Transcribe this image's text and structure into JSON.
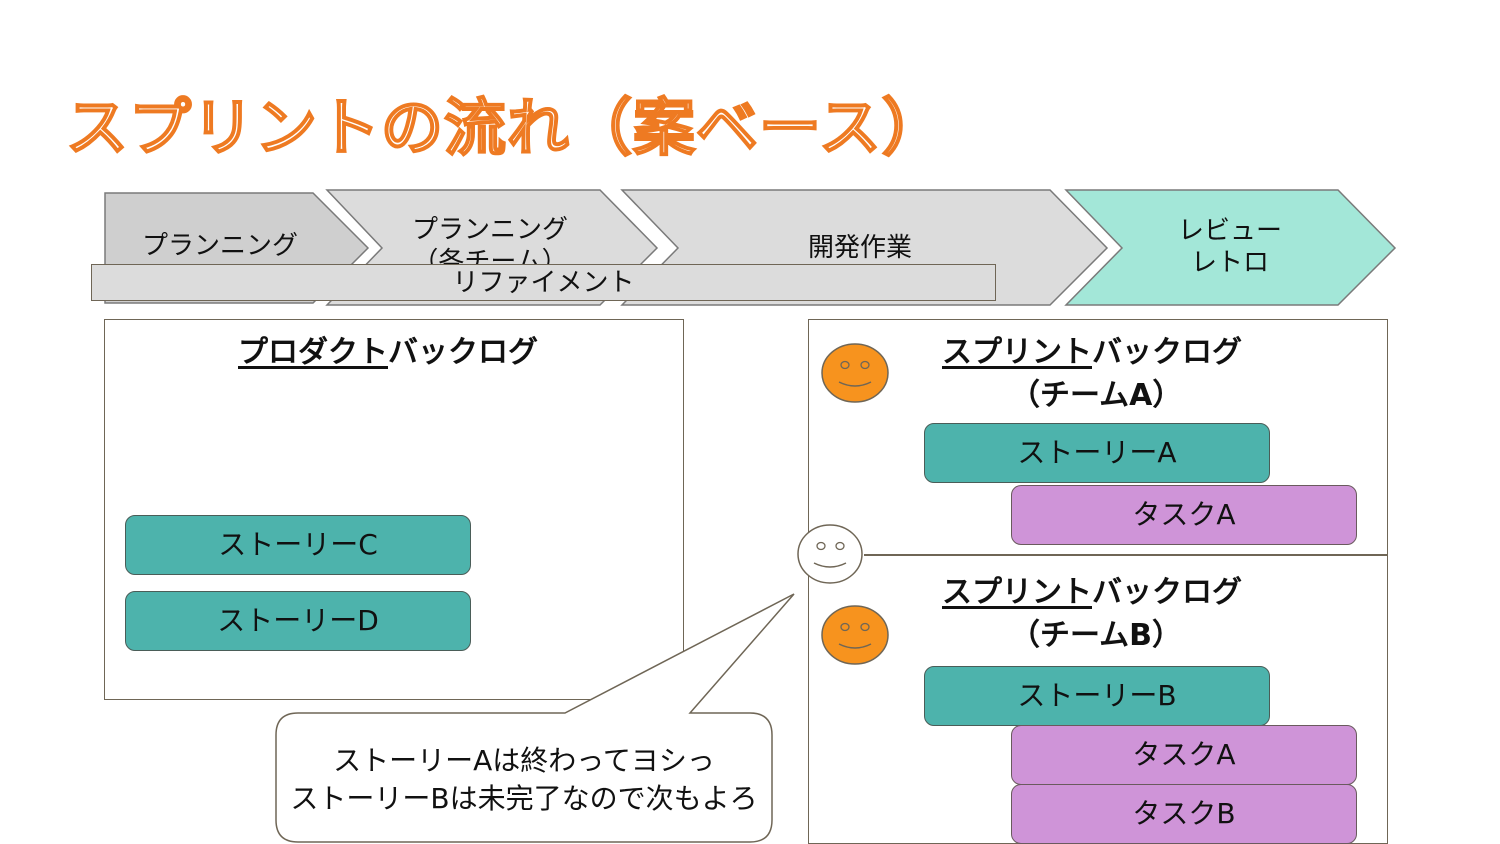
{
  "title": "スプリントの流れ（案ベース）",
  "stages": [
    {
      "line1": "プランニング",
      "line2": ""
    },
    {
      "line1": "プランニング",
      "line2": "（各チーム）"
    },
    {
      "line1": "開発作業",
      "line2": ""
    },
    {
      "line1": "レビュー",
      "line2": "レトロ"
    }
  ],
  "refinement_label": "リファイメント",
  "product_backlog": {
    "heading_underlined": "プロダクト",
    "heading_rest": "バックログ",
    "stories": [
      "ストーリーC",
      "ストーリーD"
    ]
  },
  "team_a": {
    "heading_underlined": "スプリント",
    "heading_rest": "バックログ",
    "team_label": "（チーム",
    "team_letter": "A",
    "team_close": "）",
    "story": "ストーリーA",
    "tasks": [
      "タスクA"
    ]
  },
  "team_b": {
    "heading_underlined": "スプリント",
    "heading_rest": "バックログ",
    "team_label": "（チーム",
    "team_letter": "B",
    "team_close": "）",
    "story": "ストーリーB",
    "tasks": [
      "タスクA",
      "タスクB"
    ]
  },
  "speech_bubble": {
    "line1": "ストーリーAは終わってヨシっ",
    "line2": "ストーリーBは未完了なので次もよろ"
  },
  "colors": {
    "title_orange": "#ee7a22",
    "stage_gray_dark": "#cfcfcf",
    "stage_gray_light": "#dcdcdc",
    "review_mint": "#a3e7d8",
    "story_teal": "#4db3ac",
    "task_purple": "#cf94d8",
    "face_orange": "#f7931e"
  },
  "icons": [
    "smiley-face-icon"
  ]
}
